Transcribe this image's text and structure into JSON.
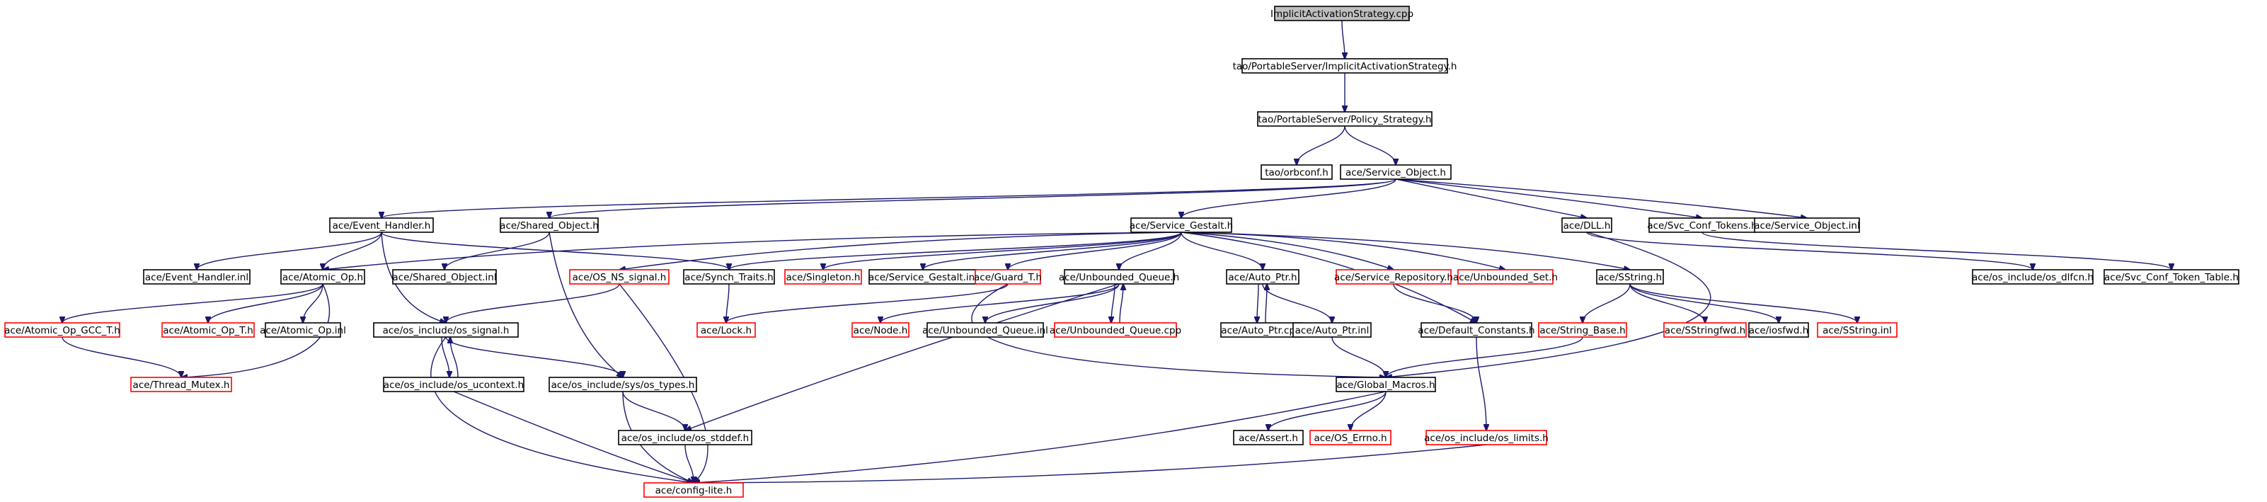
{
  "colors": {
    "edge": "#191970",
    "normal_border": "#000000",
    "missing_border": "#ff0000",
    "root_fill": "#bfbfbf"
  },
  "nodes": [
    {
      "id": "n0",
      "label": "ImplicitActivationStrategy.cpp",
      "kind": "root"
    },
    {
      "id": "n1",
      "label": "tao/PortableServer/ImplicitActivationStrategy.h",
      "kind": "normal"
    },
    {
      "id": "n2",
      "label": "tao/PortableServer/Policy_Strategy.h",
      "kind": "normal"
    },
    {
      "id": "n3",
      "label": "tao/orbconf.h",
      "kind": "normal"
    },
    {
      "id": "n4",
      "label": "ace/Service_Object.h",
      "kind": "normal"
    },
    {
      "id": "n5",
      "label": "ace/Event_Handler.h",
      "kind": "normal"
    },
    {
      "id": "n6",
      "label": "ace/Shared_Object.h",
      "kind": "normal"
    },
    {
      "id": "n7",
      "label": "ace/Service_Gestalt.h",
      "kind": "normal"
    },
    {
      "id": "n8",
      "label": "ace/DLL.h",
      "kind": "normal"
    },
    {
      "id": "n9",
      "label": "ace/Svc_Conf_Tokens.h",
      "kind": "normal"
    },
    {
      "id": "n10",
      "label": "ace/Service_Object.inl",
      "kind": "normal"
    },
    {
      "id": "n11",
      "label": "ace/Event_Handler.inl",
      "kind": "normal"
    },
    {
      "id": "n12",
      "label": "ace/Atomic_Op.h",
      "kind": "normal"
    },
    {
      "id": "n13",
      "label": "ace/Shared_Object.inl",
      "kind": "normal"
    },
    {
      "id": "n14",
      "label": "ace/OS_NS_signal.h",
      "kind": "missing"
    },
    {
      "id": "n15",
      "label": "ace/Synch_Traits.h",
      "kind": "normal"
    },
    {
      "id": "n16",
      "label": "ace/Singleton.h",
      "kind": "missing"
    },
    {
      "id": "n17",
      "label": "ace/Service_Gestalt.inl",
      "kind": "normal"
    },
    {
      "id": "n18",
      "label": "ace/Guard_T.h",
      "kind": "missing"
    },
    {
      "id": "n19",
      "label": "ace/Unbounded_Queue.h",
      "kind": "normal"
    },
    {
      "id": "n20",
      "label": "ace/Auto_Ptr.h",
      "kind": "normal"
    },
    {
      "id": "n21",
      "label": "ace/Service_Repository.h",
      "kind": "missing"
    },
    {
      "id": "n22",
      "label": "ace/Unbounded_Set.h",
      "kind": "missing"
    },
    {
      "id": "n23",
      "label": "ace/SString.h",
      "kind": "normal"
    },
    {
      "id": "n24",
      "label": "ace/os_include/os_dlfcn.h",
      "kind": "normal"
    },
    {
      "id": "n25",
      "label": "ace/Svc_Conf_Token_Table.h",
      "kind": "normal"
    },
    {
      "id": "n26",
      "label": "ace/Atomic_Op_GCC_T.h",
      "kind": "missing"
    },
    {
      "id": "n27",
      "label": "ace/Atomic_Op_T.h",
      "kind": "missing"
    },
    {
      "id": "n28",
      "label": "ace/Atomic_Op.inl",
      "kind": "normal"
    },
    {
      "id": "n29",
      "label": "ace/os_include/os_signal.h",
      "kind": "normal"
    },
    {
      "id": "n30",
      "label": "ace/Lock.h",
      "kind": "missing"
    },
    {
      "id": "n31",
      "label": "ace/Node.h",
      "kind": "missing"
    },
    {
      "id": "n32",
      "label": "ace/Unbounded_Queue.inl",
      "kind": "normal"
    },
    {
      "id": "n33",
      "label": "ace/Unbounded_Queue.cpp",
      "kind": "missing"
    },
    {
      "id": "n34",
      "label": "ace/Auto_Ptr.cpp",
      "kind": "normal"
    },
    {
      "id": "n35",
      "label": "ace/Auto_Ptr.inl",
      "kind": "normal"
    },
    {
      "id": "n36",
      "label": "ace/Default_Constants.h",
      "kind": "normal"
    },
    {
      "id": "n37",
      "label": "ace/String_Base.h",
      "kind": "missing"
    },
    {
      "id": "n38",
      "label": "ace/SStringfwd.h",
      "kind": "missing"
    },
    {
      "id": "n39",
      "label": "ace/iosfwd.h",
      "kind": "normal"
    },
    {
      "id": "n40",
      "label": "ace/SString.inl",
      "kind": "missing"
    },
    {
      "id": "n41",
      "label": "ace/Thread_Mutex.h",
      "kind": "missing"
    },
    {
      "id": "n42",
      "label": "ace/os_include/os_ucontext.h",
      "kind": "normal"
    },
    {
      "id": "n43",
      "label": "ace/os_include/sys/os_types.h",
      "kind": "normal"
    },
    {
      "id": "n44",
      "label": "ace/Global_Macros.h",
      "kind": "normal"
    },
    {
      "id": "n45",
      "label": "ace/os_include/os_stddef.h",
      "kind": "normal"
    },
    {
      "id": "n46",
      "label": "ace/Assert.h",
      "kind": "normal"
    },
    {
      "id": "n47",
      "label": "ace/OS_Errno.h",
      "kind": "missing"
    },
    {
      "id": "n48",
      "label": "ace/os_include/os_limits.h",
      "kind": "missing"
    },
    {
      "id": "n49",
      "label": "ace/config-lite.h",
      "kind": "missing"
    }
  ],
  "edges": [
    [
      "n0",
      "n1"
    ],
    [
      "n1",
      "n2"
    ],
    [
      "n2",
      "n3"
    ],
    [
      "n2",
      "n4"
    ],
    [
      "n4",
      "n5"
    ],
    [
      "n4",
      "n6"
    ],
    [
      "n4",
      "n7"
    ],
    [
      "n4",
      "n8"
    ],
    [
      "n4",
      "n9"
    ],
    [
      "n4",
      "n10"
    ],
    [
      "n5",
      "n11"
    ],
    [
      "n5",
      "n12"
    ],
    [
      "n5",
      "n15"
    ],
    [
      "n5",
      "n29"
    ],
    [
      "n6",
      "n13"
    ],
    [
      "n6",
      "n43"
    ],
    [
      "n7",
      "n12"
    ],
    [
      "n7",
      "n14"
    ],
    [
      "n7",
      "n15"
    ],
    [
      "n7",
      "n16"
    ],
    [
      "n7",
      "n17"
    ],
    [
      "n7",
      "n18"
    ],
    [
      "n7",
      "n19"
    ],
    [
      "n7",
      "n20"
    ],
    [
      "n7",
      "n21"
    ],
    [
      "n7",
      "n22"
    ],
    [
      "n7",
      "n23"
    ],
    [
      "n7",
      "n36"
    ],
    [
      "n8",
      "n24"
    ],
    [
      "n8",
      "n44"
    ],
    [
      "n9",
      "n25"
    ],
    [
      "n12",
      "n26"
    ],
    [
      "n12",
      "n27"
    ],
    [
      "n12",
      "n28"
    ],
    [
      "n12",
      "n41"
    ],
    [
      "n14",
      "n29"
    ],
    [
      "n14",
      "n49"
    ],
    [
      "n15",
      "n30"
    ],
    [
      "n18",
      "n30"
    ],
    [
      "n18",
      "n44"
    ],
    [
      "n19",
      "n31"
    ],
    [
      "n19",
      "n32"
    ],
    [
      "n19",
      "n33"
    ],
    [
      "n19",
      "n45"
    ],
    [
      "n33",
      "n19"
    ],
    [
      "n20",
      "n34"
    ],
    [
      "n20",
      "n35"
    ],
    [
      "n34",
      "n20"
    ],
    [
      "n21",
      "n36"
    ],
    [
      "n23",
      "n37"
    ],
    [
      "n23",
      "n38"
    ],
    [
      "n23",
      "n39"
    ],
    [
      "n23",
      "n40"
    ],
    [
      "n26",
      "n41"
    ],
    [
      "n29",
      "n42"
    ],
    [
      "n29",
      "n43"
    ],
    [
      "n29",
      "n49"
    ],
    [
      "n42",
      "n29"
    ],
    [
      "n42",
      "n49"
    ],
    [
      "n43",
      "n45"
    ],
    [
      "n43",
      "n49"
    ],
    [
      "n35",
      "n44"
    ],
    [
      "n36",
      "n48"
    ],
    [
      "n37",
      "n44"
    ],
    [
      "n44",
      "n46"
    ],
    [
      "n44",
      "n47"
    ],
    [
      "n44",
      "n49"
    ],
    [
      "n45",
      "n49"
    ],
    [
      "n48",
      "n49"
    ]
  ]
}
